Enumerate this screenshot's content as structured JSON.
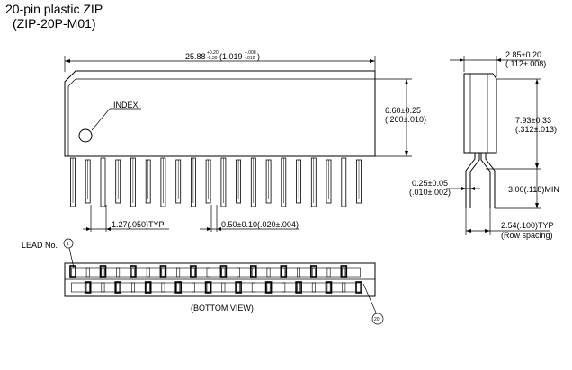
{
  "title": {
    "line1": "20-pin plastic ZIP",
    "line2": "(ZIP-20P-M01)"
  },
  "front_view": {
    "length_main": "25.88",
    "length_tol_plus": "+0.20",
    "length_tol_minus": "-0.30",
    "length_inch_main": "(1.019",
    "length_inch_tol_plus": "+.008",
    "length_inch_tol_minus": "-.012",
    "length_inch_close": ")",
    "height_mm": "6.60±0.25",
    "height_in": "(.260±.010)",
    "index_label": "INDEX",
    "pitch_label": "1.27(.050)TYP",
    "lead_width_label": "0.50±0.10(.020±.004)"
  },
  "side_view": {
    "thickness_mm": "2.85±0.20",
    "thickness_in": "(.112±.008)",
    "seat_height_mm": "7.93±0.33",
    "seat_height_in": "(.312±.013)",
    "lead_thickness_mm": "0.25±0.05",
    "lead_thickness_in": "(.010±.002)",
    "lead_length_label": "3.00(.118)MIN",
    "row_spacing_value": "2.54(.100)TYP",
    "row_spacing_note": "(Row spacing)"
  },
  "bottom_view": {
    "lead_no_label": "LEAD No.",
    "lead_first": "1",
    "lead_last": "20",
    "caption": "(BOTTOM VIEW)"
  },
  "pin_count": 20
}
